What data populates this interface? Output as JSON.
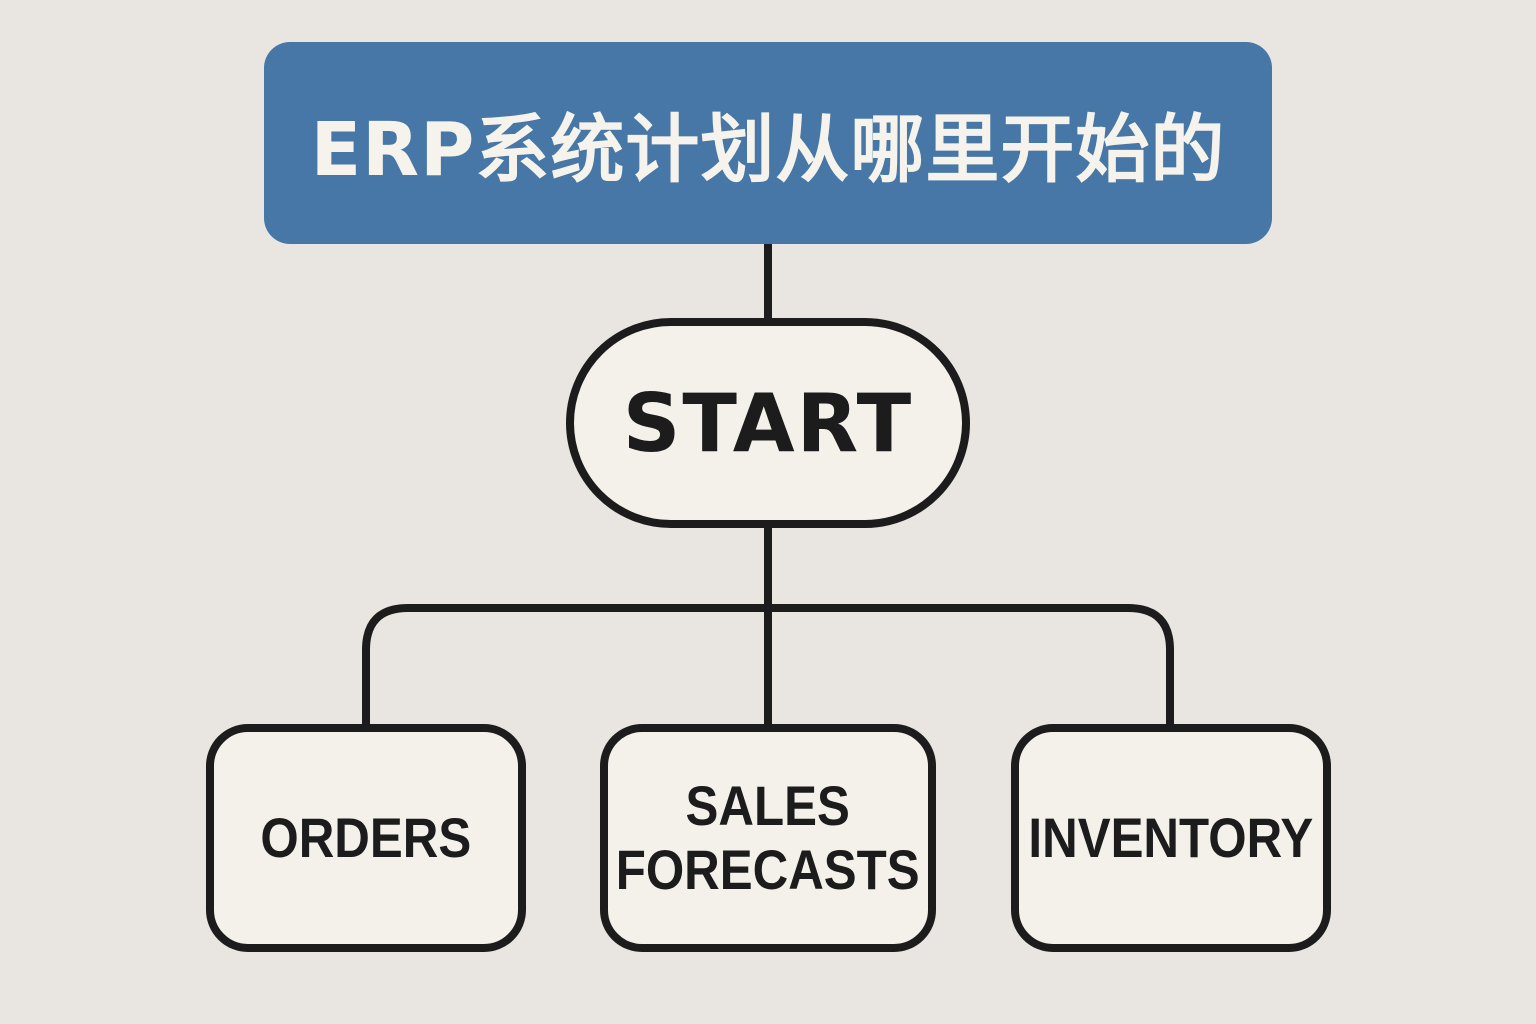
{
  "title": "ERP系统计划从哪里开始的",
  "colors": {
    "background": "#e9e6e1",
    "title_fill": "#4677a6",
    "title_text": "#f6f3ec",
    "node_fill": "#f4f1ea",
    "stroke": "#1c1c1c"
  },
  "diagram": {
    "root": {
      "label": "START",
      "shape": "pill"
    },
    "children": [
      {
        "id": "orders",
        "label": "ORDERS",
        "lines": [
          "ORDERS"
        ]
      },
      {
        "id": "sales-forecasts",
        "label": "SALES FORECASTS",
        "lines": [
          "SALES",
          "FORECASTS"
        ]
      },
      {
        "id": "inventory",
        "label": "INVENTORY",
        "lines": [
          "INVENTORY"
        ]
      }
    ],
    "edges": [
      {
        "from": "title",
        "to": "root"
      },
      {
        "from": "root",
        "to": "orders"
      },
      {
        "from": "root",
        "to": "sales-forecasts"
      },
      {
        "from": "root",
        "to": "inventory"
      }
    ]
  }
}
